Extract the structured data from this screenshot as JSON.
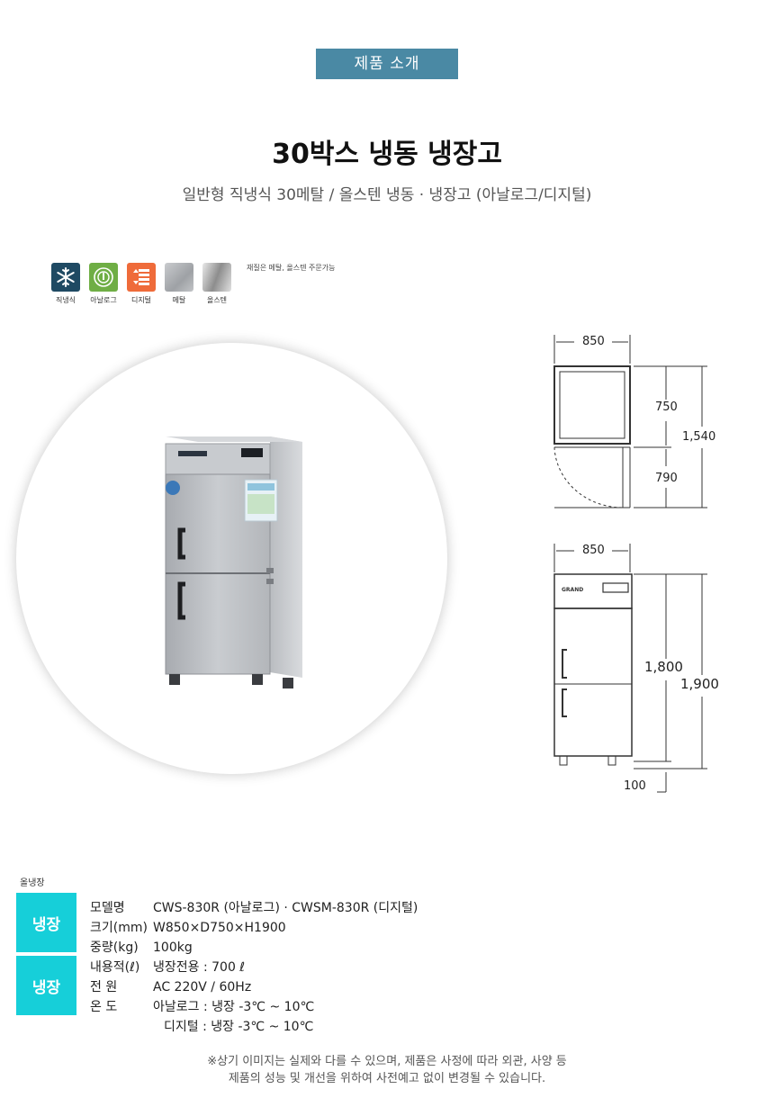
{
  "badge": "제품 소개",
  "title": "30박스 냉동 냉장고",
  "subtitle": "일반형 직냉식 30메탈 / 올스텐 냉동 · 냉장고 (아날로그/디지털)",
  "icons": [
    {
      "name": "snowflake-icon",
      "label": "직냉식",
      "color": "#1f4a63"
    },
    {
      "name": "analog-dial-icon",
      "label": "아날로그",
      "color": "#6fae45"
    },
    {
      "name": "digital-panel-icon",
      "label": "디지털",
      "color": "#ef6b3a"
    },
    {
      "name": "metal-swatch-icon",
      "label": "메탈",
      "color": "#b4b6b9"
    },
    {
      "name": "stainless-swatch-icon",
      "label": "올스텐",
      "color": "#9a9a9a"
    }
  ],
  "material_note": "재질은 메탈, 올스텐 주문가능",
  "top_view": {
    "width": "850",
    "depth": "750",
    "door": "790",
    "total": "1,540"
  },
  "front_view": {
    "width": "850",
    "body_height": "1,800",
    "total_height": "1,900",
    "leg": "100"
  },
  "front_view_brand": "GRAND",
  "section_label": "올냉장",
  "tags": [
    "냉장",
    "냉장"
  ],
  "specs": [
    {
      "key": "모델명",
      "value": "CWS-830R (아날로그) · CWSM-830R (디지털)"
    },
    {
      "key": "크기(mm)",
      "value": "W850×D750×H1900"
    },
    {
      "key": "중량(kg)",
      "value": "100kg"
    },
    {
      "key": "내용적(ℓ)",
      "value": "냉장전용 : 700 ℓ"
    },
    {
      "key": "전 원",
      "value": "AC 220V / 60Hz"
    },
    {
      "key": "온 도",
      "value": "아날로그 :  냉장 -3℃ ~ 10℃"
    },
    {
      "key": "",
      "value": "디지털 :  냉장 -3℃ ~ 10℃"
    }
  ],
  "note_lines": [
    "※상기 이미지는 실제와 다를 수 있으며, 제품은 사정에 따라 외관, 사양 등",
    "제품의 성능 및 개선을 위하여 사전예고 없이 변경될 수 있습니다."
  ]
}
